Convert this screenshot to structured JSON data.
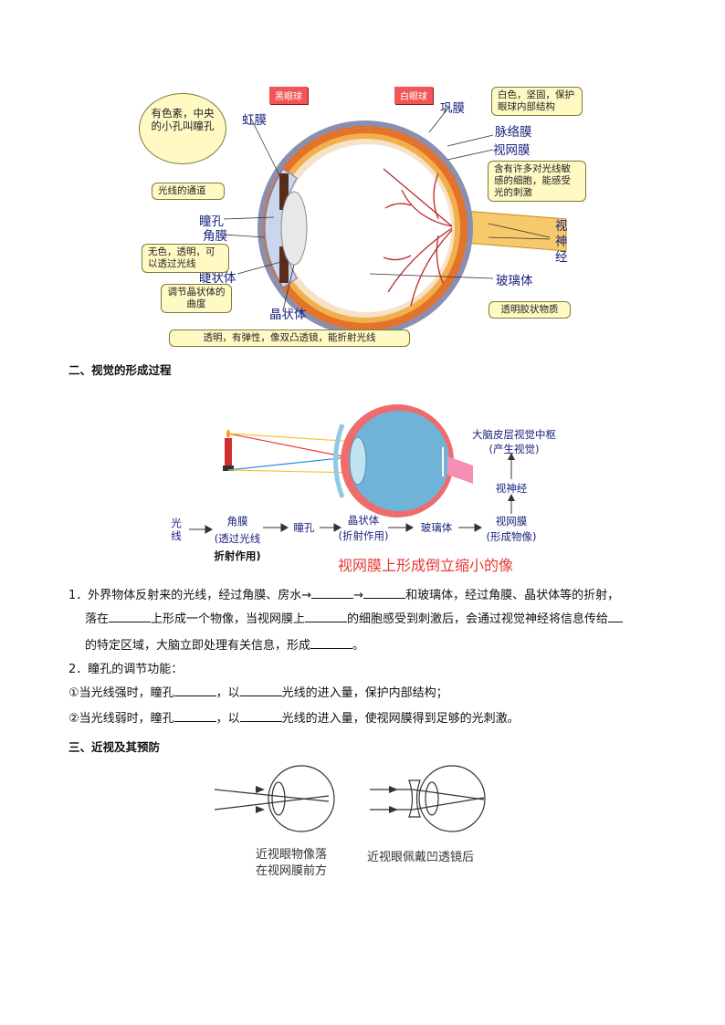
{
  "eye_diagram": {
    "tags": {
      "black_eyeball": "黑眼球",
      "white_eyeball": "白眼球"
    },
    "labels": {
      "iris": "虹膜",
      "sclera": "巩膜",
      "choroid": "脉络膜",
      "retina": "视网膜",
      "pupil": "瞳孔",
      "cornea": "角膜",
      "ciliary_body": "睫状体",
      "lens": "晶状体",
      "optic_nerve": "视神经",
      "vitreous": "玻璃体"
    },
    "callouts": {
      "iris_desc": "有色素，中央的小孔叫瞳孔",
      "sclera_desc": "白色，坚固，保护眼球内部结构",
      "retina_desc": "含有许多对光线敏感的细胞，能感受光的刺激",
      "pupil_desc": "光线的通道",
      "cornea_desc": "无色，透明，可以透过光线",
      "ciliary_desc": "调节晶状体的曲度",
      "lens_desc": "透明，有弹性，像双凸透镜，能折射光线",
      "vitreous_desc": "透明胶状物质"
    }
  },
  "section2": {
    "title": "二、视觉的形成过程",
    "flow": {
      "light": "光线",
      "cornea": "角膜",
      "cornea_note": "(透过光线",
      "cornea_note2": "折射作用)",
      "pupil": "瞳孔",
      "lens": "晶状体",
      "lens_note": "(折射作用)",
      "vitreous": "玻璃体",
      "retina": "视网膜",
      "retina_note": "(形成物像)",
      "optic_nerve": "视神经",
      "cortex": "大脑皮层视觉中枢",
      "cortex_note": "(产生视觉)",
      "conclusion": "视网膜上形成倒立缩小的像"
    },
    "q1_a": "1．外界物体反射来的光线，经过角膜、房水→",
    "q1_b": "→",
    "q1_c": "和玻璃体，经过角膜、晶状体等的折射，",
    "q1_d": "落在",
    "q1_e": "上形成一个物像，当视网膜上",
    "q1_f": "的细胞感受到刺激后，会通过视觉神经将信息传给",
    "q1_g": "的特定区域，大脑立即处理有关信息，形成",
    "q1_h": "。",
    "q2_title": "2．瞳孔的调节功能：",
    "q2_1a": "①当光线强时，瞳孔",
    "q2_1b": "，以",
    "q2_1c": "光线的进入量，保护内部结构；",
    "q2_2a": "②当光线弱时，瞳孔",
    "q2_2b": "，以",
    "q2_2c": "光线的进入量，使视网膜得到足够的光刺激。"
  },
  "section3": {
    "title": "三、近视及其预防",
    "cap_left_1": "近视眼物像落",
    "cap_left_2": "在视网膜前方",
    "cap_right": "近视眼佩戴凹透镜后"
  }
}
